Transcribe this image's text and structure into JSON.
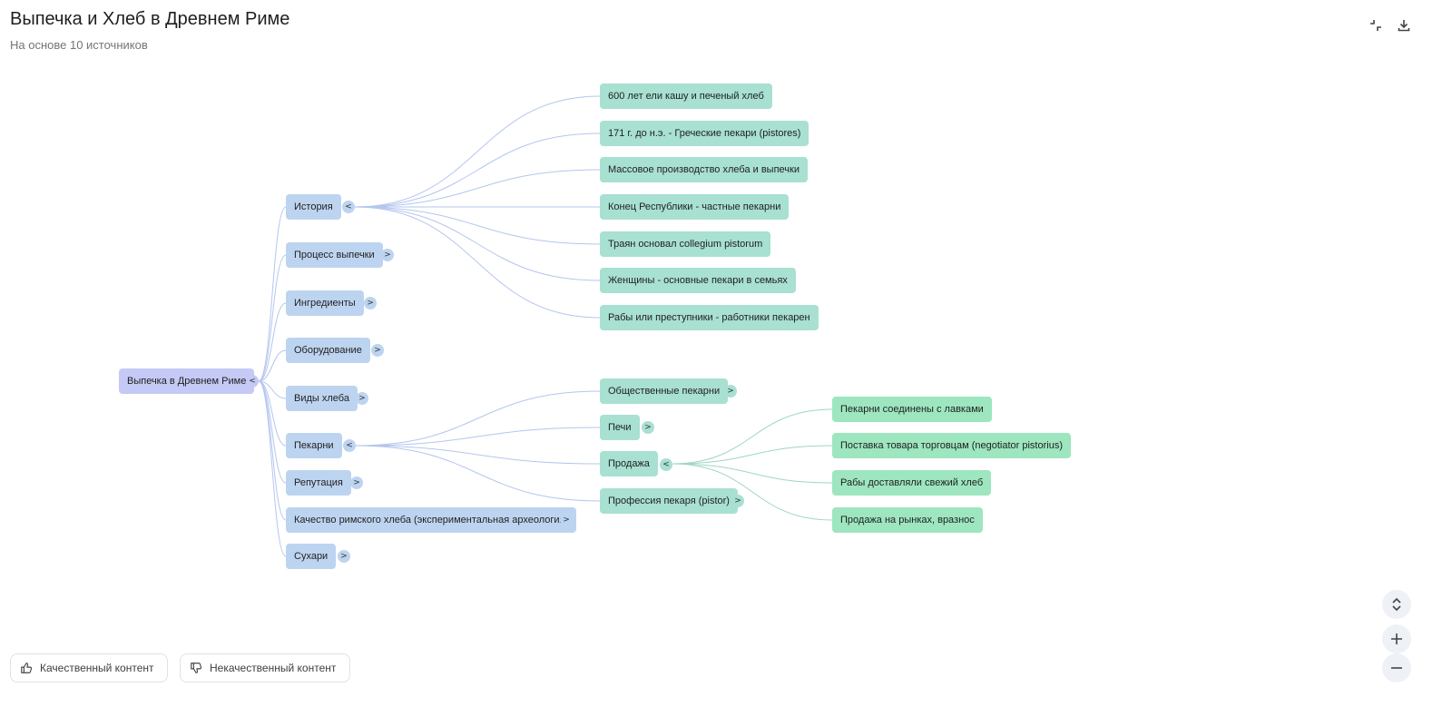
{
  "header": {
    "title": "Выпечка и Хлеб в Древнем Риме",
    "subtitle": "На основе 10 источников"
  },
  "mindmap": {
    "root": "Выпечка в Древнем Риме",
    "branches": [
      "История",
      "Процесс выпечки",
      "Ингредиенты",
      "Оборудование",
      "Виды хлеба",
      "Пекарни",
      "Репутация",
      "Качество римского хлеба (экспериментальная археология)",
      "Сухари"
    ],
    "history_items": [
      "600 лет ели кашу и печеный хлеб",
      "171 г. до н.э. - Греческие пекари (pistores)",
      "Массовое производство хлеба и выпечки",
      "Конец Республики - частные пекарни",
      "Траян основал collegium pistorum",
      "Женщины - основные пекари в семьях",
      "Рабы или преступники - работники пекарен"
    ],
    "bakery_items": [
      "Общественные пекарни",
      "Печи",
      "Продажа",
      "Профессия пекаря (pistor)"
    ],
    "sale_items": [
      "Пекарни соединены с лавками",
      "Поставка товара торговцам (negotiator pistorius)",
      "Рабы доставляли свежий хлеб",
      "Продажа на рынках, вразнос"
    ],
    "expand_symbol": ">",
    "collapse_symbol": "<",
    "edge_color_primary": "#b4c6ee",
    "edge_color_secondary": "#9ed6c1"
  },
  "feedback": {
    "good": "Качественный контент",
    "bad": "Некачественный контент"
  },
  "icons": {
    "collapse": "collapse-icon",
    "download": "download-icon",
    "fit": "fit-view-icon",
    "zoom_in": "zoom-in-icon",
    "zoom_out": "zoom-out-icon",
    "thumb_up": "thumb-up-icon",
    "thumb_down": "thumb-down-icon"
  }
}
